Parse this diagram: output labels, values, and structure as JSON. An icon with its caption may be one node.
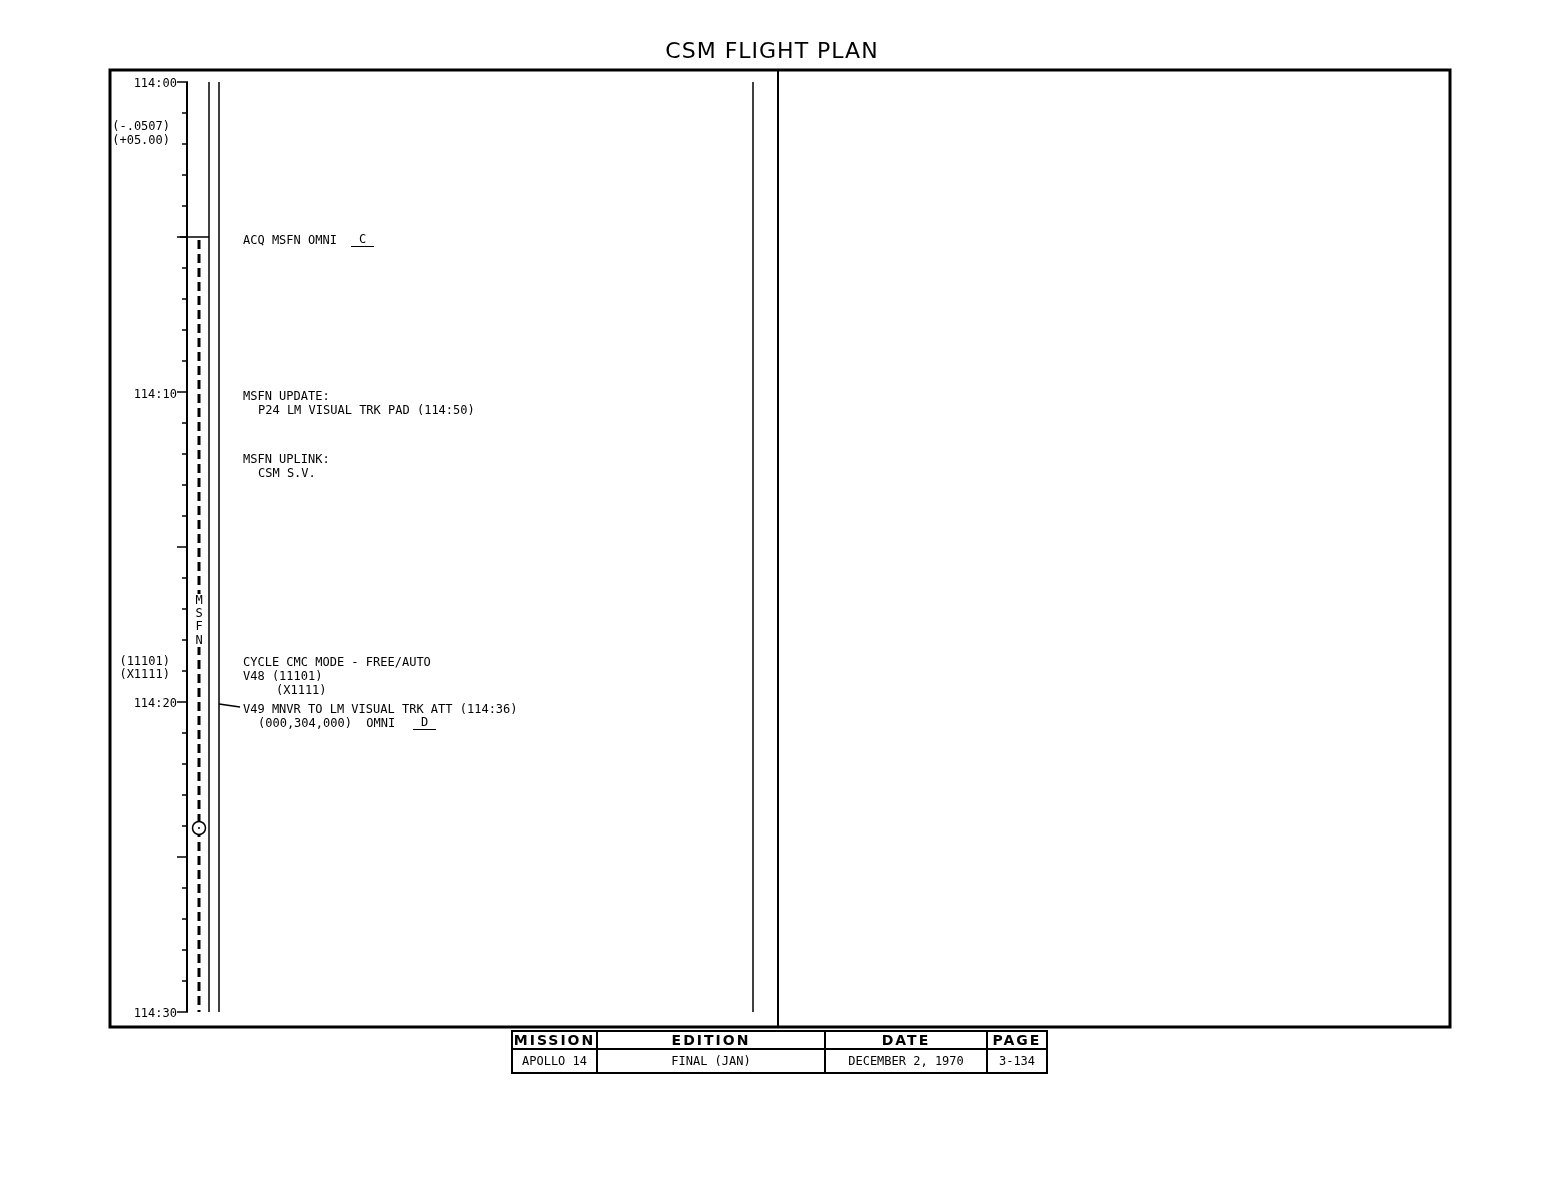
{
  "diagram": {
    "title": "CSM FLIGHT PLAN",
    "labels": [
      "114:00",
      "(-.0507)",
      "(+05.00)",
      "ACQ MSFN OMNI",
      "C",
      "114:10",
      "MSFN UPDATE:",
      "P24 LM VISUAL TRK PAD (114:50)",
      "MSFN UPLINK:",
      "CSM S.V.",
      "MSFN",
      "(11101)",
      "(X1111)",
      "CYCLE CMC MODE - FREE/AUTO",
      "V48 (11101)",
      "(X1111)",
      "114:20",
      "V49 MNVR TO LM VISUAL TRK ATT (114:36)",
      "(000,304,000)  OMNI",
      "D",
      "114:30",
      "MISSION",
      "EDITION",
      "DATE",
      "PAGE",
      "APOLLO 14",
      "FINAL (JAN)",
      "DECEMBER 2, 1970",
      "3-134"
    ]
  }
}
